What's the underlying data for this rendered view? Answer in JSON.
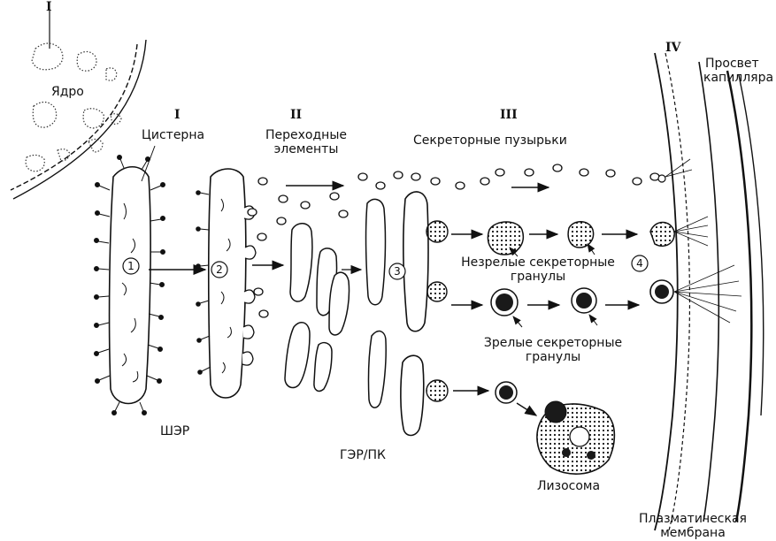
{
  "labels": {
    "roman_1": "I",
    "roman_1b": "I",
    "roman_2": "II",
    "roman_3": "III",
    "roman_4": "IV",
    "nucleus": "Ядро",
    "cistern": "Цистерна",
    "transitional_1": "Переходные",
    "transitional_2": "элементы",
    "secretory_vesicles": "Секреторные пузырьки",
    "capillary_lumen_1": "Просвет",
    "capillary_lumen_2": "капилляра",
    "immature_1": "Незрелые секреторные",
    "immature_2": "гранулы",
    "mature_1": "Зрелые секреторные",
    "mature_2": "гранулы",
    "rer": "ШЭР",
    "ser_gc": "ГЭР/ПК",
    "lysosome": "Лизосома",
    "plasma_membrane_1": "Плазматическая",
    "plasma_membrane_2": "мембрана"
  },
  "steps": [
    "1",
    "2",
    "3",
    "4"
  ],
  "colors": {
    "ink": "#111111",
    "paper": "#ffffff",
    "granule": "#1a1a1a"
  }
}
